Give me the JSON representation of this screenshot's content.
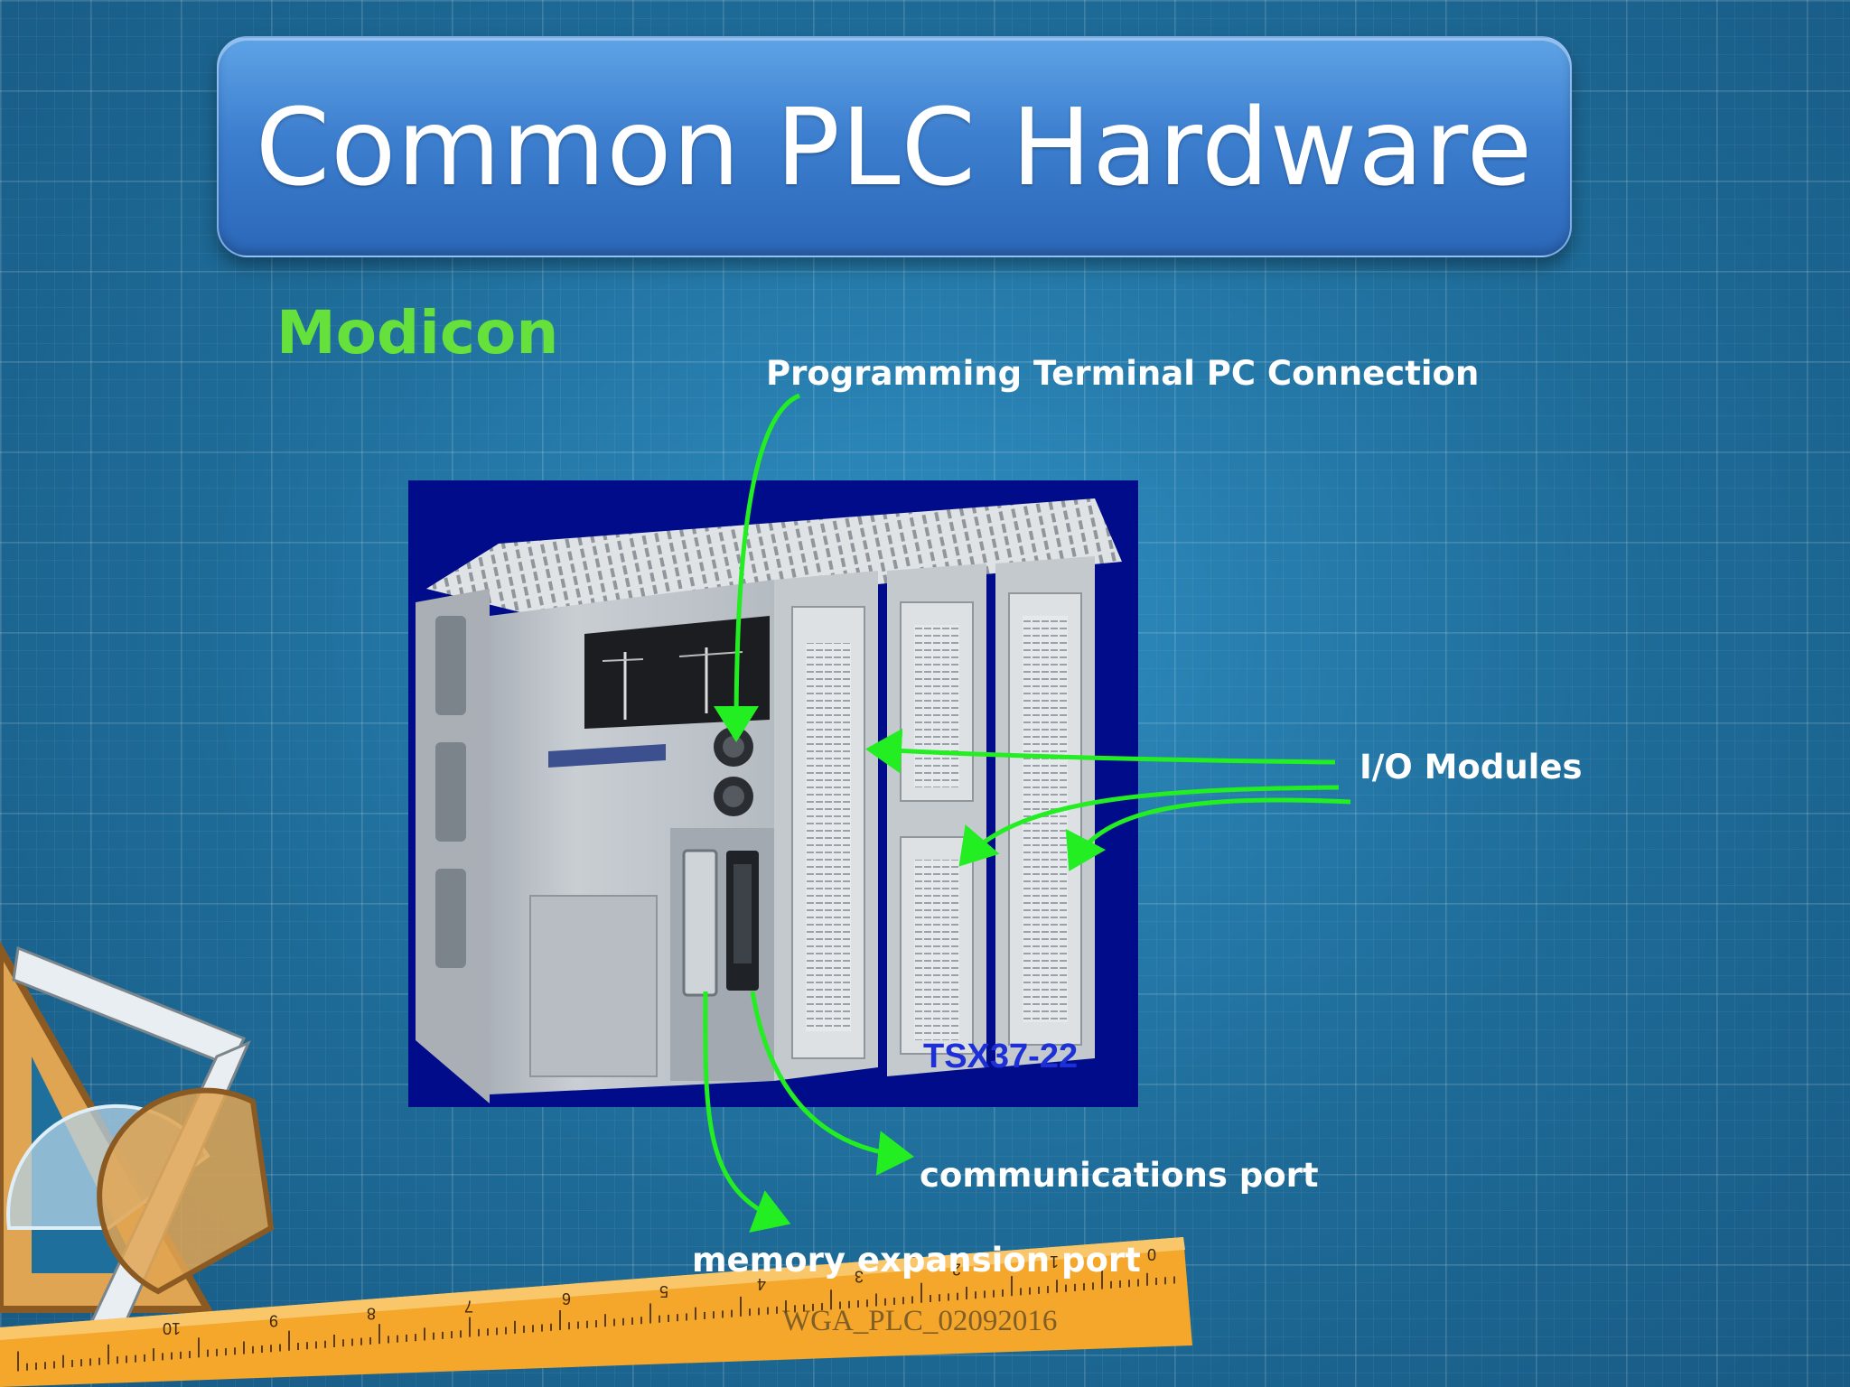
{
  "slide": {
    "title": "Common PLC Hardware",
    "brand": "Modicon",
    "photo_model_text": "TSX37-22",
    "watermark": "WGA_PLC_02092016"
  },
  "callouts": {
    "programming_terminal": "Programming Terminal PC Connection",
    "io_modules": "I/O Modules",
    "communications_port": "communications port",
    "memory_expansion_port": "memory expansion port"
  },
  "ruler": {
    "numbers": [
      "10",
      "9",
      "8",
      "7",
      "6",
      "5",
      "4",
      "3",
      "2",
      "1",
      "0"
    ]
  },
  "colors": {
    "accent_green": "#66e03a",
    "arrow_green": "#22ee22",
    "title_bar": "#3d7fcf",
    "background": "#1f6f9d",
    "ruler": "#f4a72a"
  }
}
